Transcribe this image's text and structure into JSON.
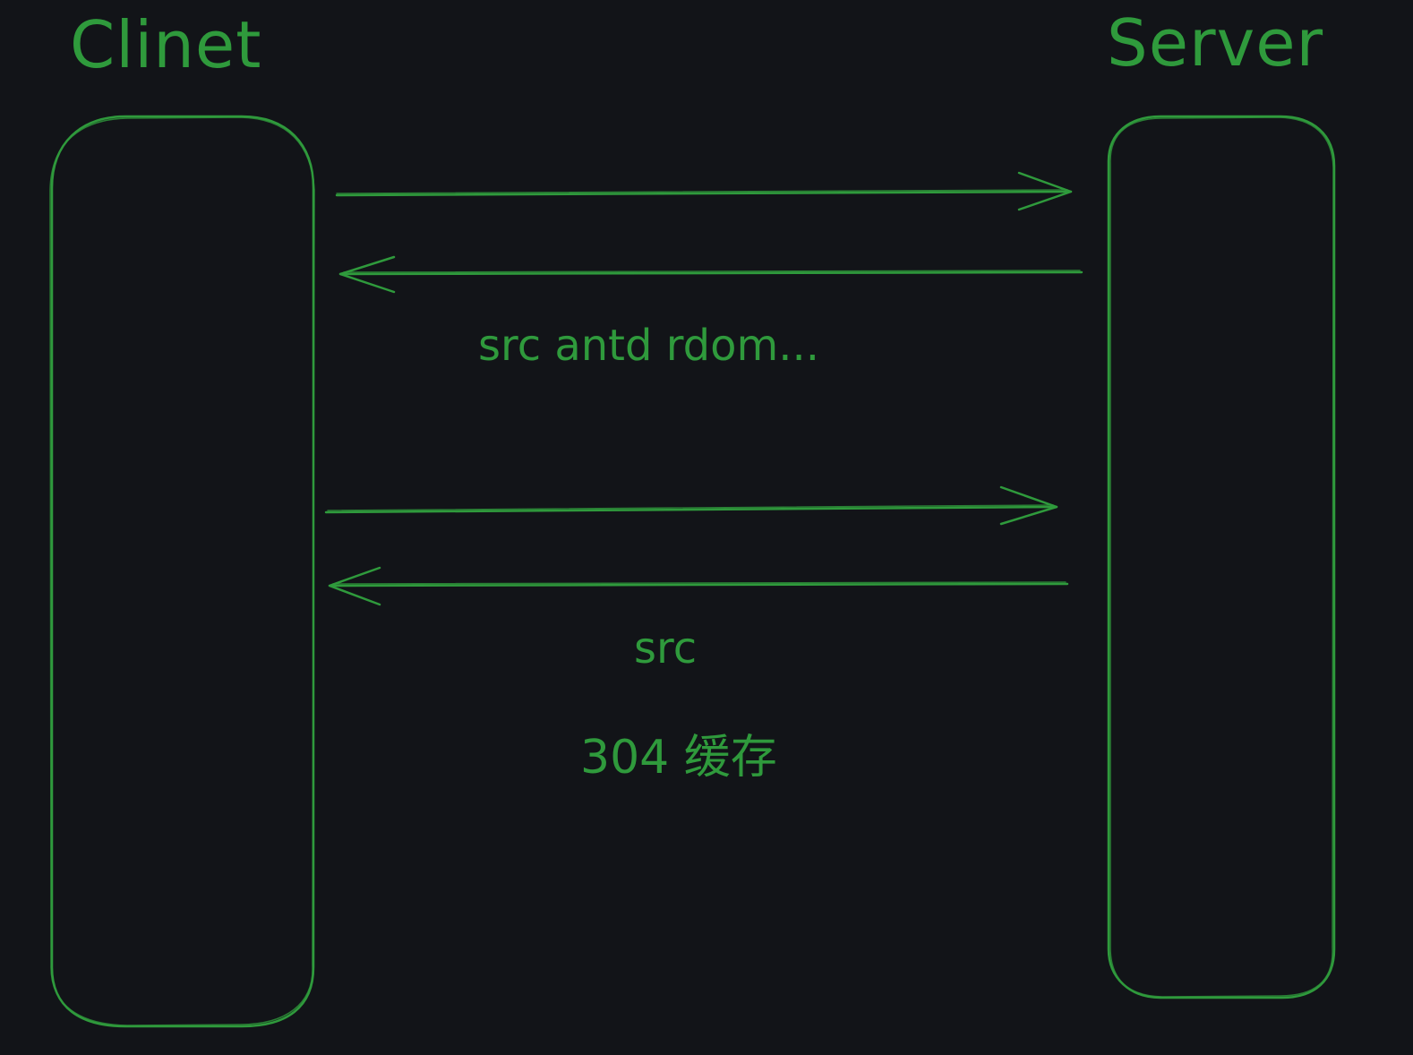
{
  "colors": {
    "background": "#121418",
    "stroke": "#2f9a3c"
  },
  "participants": {
    "client": {
      "title": "Clinet"
    },
    "server": {
      "title": "Server"
    }
  },
  "messages": [
    {
      "direction": "client-to-server"
    },
    {
      "direction": "server-to-client",
      "label": "src antd rdom..."
    },
    {
      "direction": "client-to-server"
    },
    {
      "direction": "server-to-client",
      "label": "src"
    }
  ],
  "notes": {
    "cache_label": "304 缓存"
  }
}
